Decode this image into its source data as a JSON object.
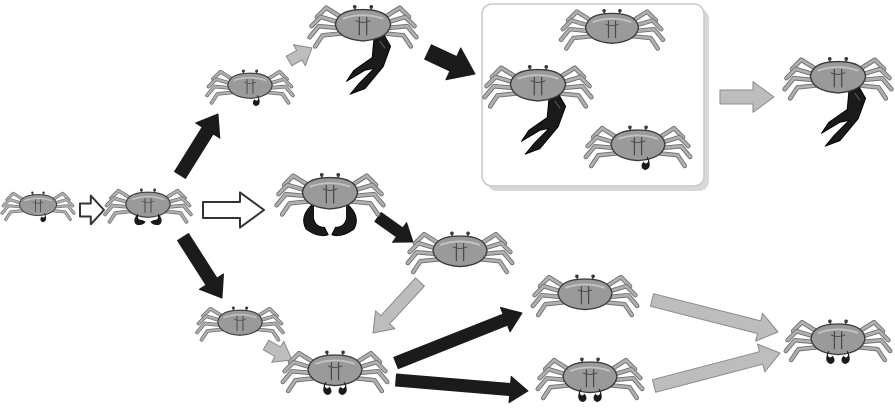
{
  "colors": {
    "background": "#ffffff",
    "crab_body": "#9a9a9a",
    "crab_outline": "#3a3a3a",
    "crab_legs": "#b0b0b0",
    "claw_dark": "#1a1a1a",
    "arrow_black": "#1b1b1b",
    "arrow_gray": "#bdbdbd",
    "arrow_hollow_fill": "#ffffff",
    "box_fill": "#ffffff",
    "box_border": "#c8c8c8"
  },
  "crabs": [
    {
      "id": "crab-ancestral",
      "claw": "small"
    },
    {
      "id": "crab-hub",
      "claw": "symmetric-small"
    },
    {
      "id": "crab-upper-small",
      "claw": "small"
    },
    {
      "id": "crab-upper-enlarged",
      "claw": "large-right"
    },
    {
      "id": "crab-box-top",
      "claw": "none"
    },
    {
      "id": "crab-box-enlarged",
      "claw": "large-right"
    },
    {
      "id": "crab-box-bottom",
      "claw": "small"
    },
    {
      "id": "crab-far-right-enlarged",
      "claw": "large-right"
    },
    {
      "id": "crab-middle-symmetric",
      "claw": "symmetric-large"
    },
    {
      "id": "crab-middle-right",
      "claw": "none"
    },
    {
      "id": "crab-lower-left",
      "claw": "none"
    },
    {
      "id": "crab-lower-center",
      "claw": "small-pair"
    },
    {
      "id": "crab-lower-right-top",
      "claw": "none"
    },
    {
      "id": "crab-lower-right-bottom",
      "claw": "small-pair"
    },
    {
      "id": "crab-far-right-bottom",
      "claw": "small-pair"
    }
  ],
  "arrows": [
    {
      "id": "ancestral-to-hub",
      "style": "hollow"
    },
    {
      "id": "hub-to-middle-symmetric",
      "style": "hollow"
    },
    {
      "id": "hub-to-upper-small",
      "style": "black"
    },
    {
      "id": "hub-to-lower-left",
      "style": "black"
    },
    {
      "id": "upper-small-to-upper-enlarged",
      "style": "gray"
    },
    {
      "id": "upper-enlarged-to-box",
      "style": "black"
    },
    {
      "id": "box-to-far-right",
      "style": "gray"
    },
    {
      "id": "middle-symmetric-to-middle-right",
      "style": "black"
    },
    {
      "id": "middle-right-to-lower-center",
      "style": "gray"
    },
    {
      "id": "lower-left-to-lower-center",
      "style": "gray"
    },
    {
      "id": "lower-center-to-lower-right-top",
      "style": "black"
    },
    {
      "id": "lower-center-to-lower-right-bottom",
      "style": "black"
    },
    {
      "id": "lower-right-top-to-far-right-bottom",
      "style": "gray"
    },
    {
      "id": "lower-right-bottom-to-far-right-bottom",
      "style": "gray"
    }
  ]
}
